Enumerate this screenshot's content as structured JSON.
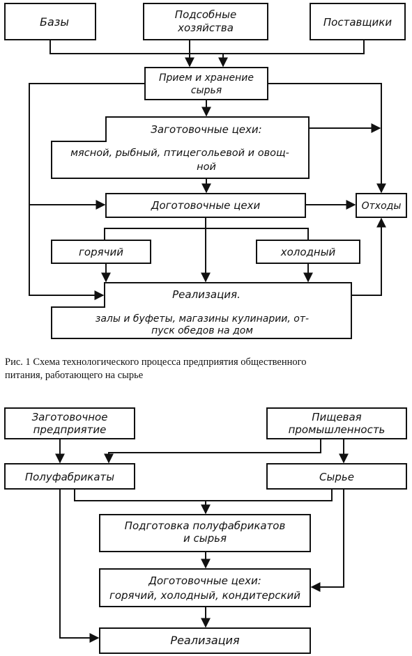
{
  "figure1": {
    "boxes": {
      "bases": "Базы",
      "aux_farms_line1": "Подсобные",
      "aux_farms_line2": "хозяйства",
      "suppliers": "Поставщики",
      "reception_line1": "Прием и хранение",
      "reception_line2": "сырья",
      "procurement_title": "Заготовочные цехи:",
      "procurement_line1": "мясной, рыбный, птицегольевой и овощ-",
      "procurement_line2": "ной",
      "finishing": "Доготовочные цехи",
      "hot": "горячий",
      "cold": "холодный",
      "waste": "Отходы",
      "sales_title": "Реализация.",
      "sales_line1": "залы и буфеты, магазины кулинарии, от-",
      "sales_line2": "пуск обедов на дом"
    },
    "caption_line1": "Рис. 1  Схема технологического процесса предприятия общественного",
    "caption_line2": "питания, работающего на сырье"
  },
  "figure2": {
    "boxes": {
      "procurement_enterprise_line1": "Заготовочное",
      "procurement_enterprise_line2": "предприятие",
      "food_industry_line1": "Пищевая",
      "food_industry_line2": "промышленность",
      "semi_finished": "Полуфабрикаты",
      "raw": "Сырье",
      "prep_line1": "Подготовка полуфабрикатов",
      "prep_line2": "и сырья",
      "finishing_title": "Доготовочные цехи:",
      "finishing_line1": "горячий, холодный, кондитерский",
      "sales": "Реализация"
    }
  },
  "colors": {
    "ink": "#111111",
    "paper": "#ffffff"
  }
}
